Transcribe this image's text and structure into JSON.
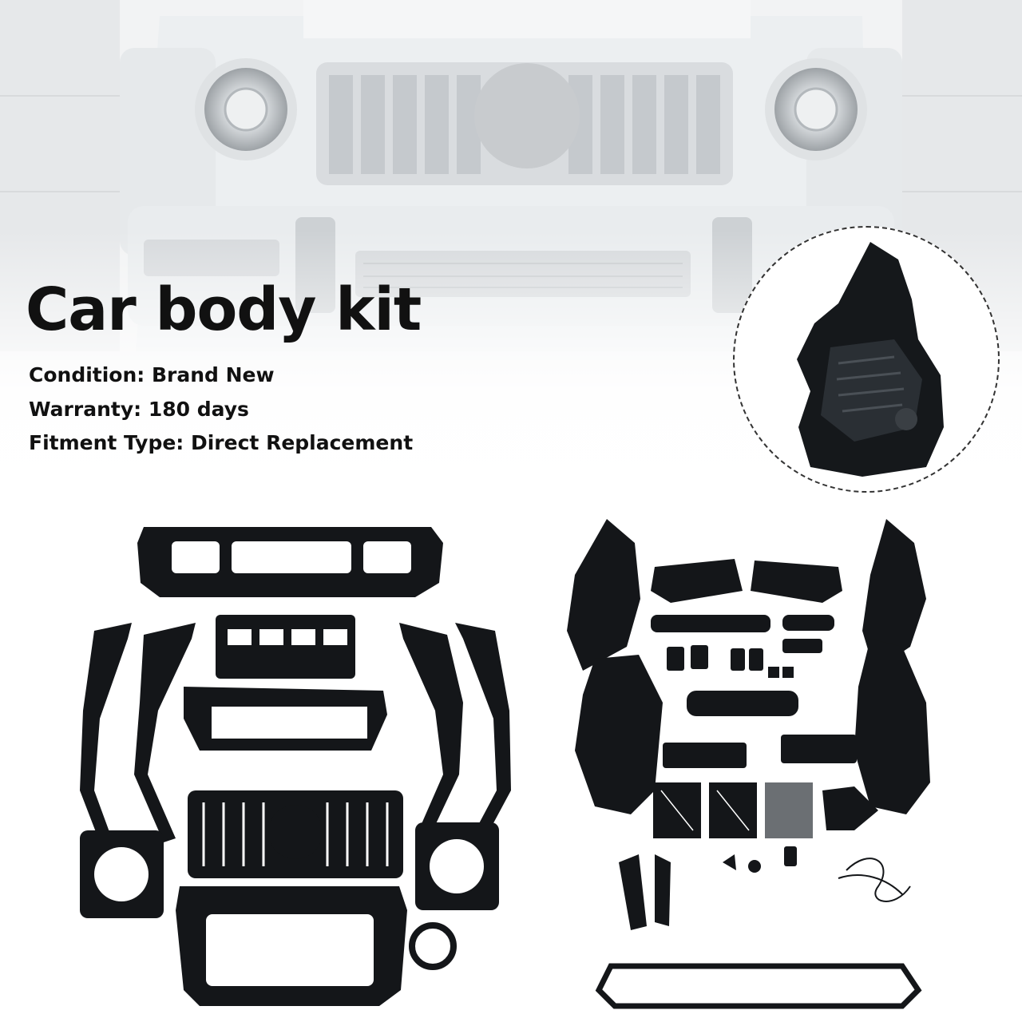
{
  "banner": {
    "title": "Car body kit",
    "specs": [
      "Condition: Brand New",
      "Warranty: 180 days",
      "Fitment Type: Direct Replacement"
    ]
  },
  "icons": {
    "hero": "car-front-photo",
    "inset": "inner-fender-liner-closeup",
    "left_group": "bumper-grille-fender-flare-parts",
    "right_group": "liners-brackets-mesh-parts"
  },
  "colors": {
    "background": "#ffffff",
    "text": "#111111",
    "parts": "#141619",
    "car_body": "#eceff1"
  }
}
